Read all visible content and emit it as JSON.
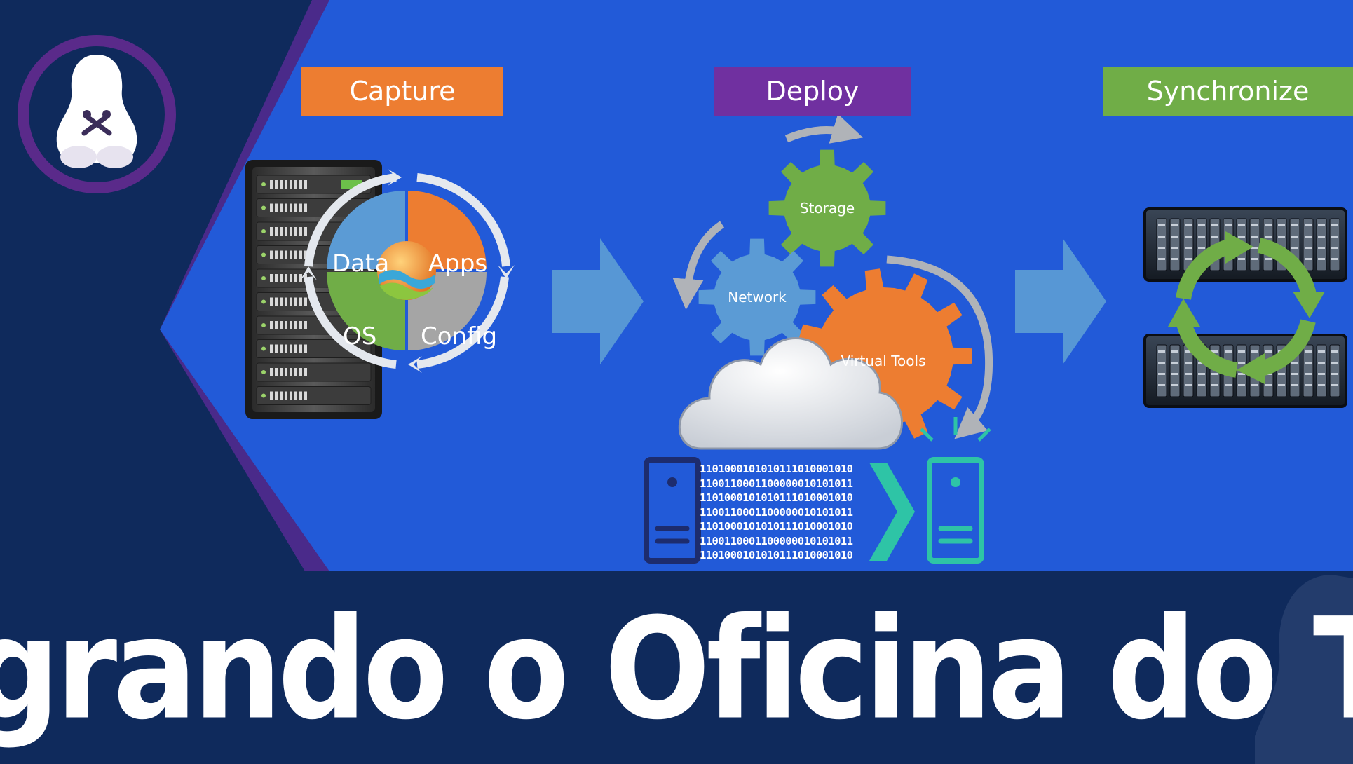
{
  "colors": {
    "background_navy": "#0f2a5c",
    "panel_blue": "#225ad8",
    "border_purple": "#4a2a8a",
    "capture_orange": "#ed7d31",
    "deploy_purple": "#7030a0",
    "sync_green": "#70ad47",
    "quad_data_blue": "#5b9bd5",
    "quad_os_green": "#70ad47",
    "quad_config_gray": "#a5a5a5",
    "arrow_light_blue": "#5b9bd5",
    "binary_teal": "#2ec4a6"
  },
  "logo": {
    "icon": "tux-penguin-tools-icon"
  },
  "stages": {
    "capture": "Capture",
    "deploy": "Deploy",
    "synchronize": "Synchronize"
  },
  "capture_cycle": {
    "quadrants": [
      "Data",
      "Apps",
      "OS",
      "Config"
    ],
    "icons": [
      "server-rack-icon",
      "colored-sphere-icon"
    ]
  },
  "deploy_gears": {
    "gears": [
      "Storage",
      "Network",
      "Virtual Tools"
    ],
    "icons": [
      "cloud-icon",
      "server-tower-icon",
      "data-transfer-arrow-icon"
    ]
  },
  "binary_stream": [
    "1101000101010111010001010",
    "1100110001100000010101011",
    "1101000101010111010001010",
    "1100110001100000010101011",
    "1101000101010111010001010",
    "1100110001100000010101011",
    "1101000101010111010001010"
  ],
  "sync_icons": [
    "blade-server-icon",
    "recycle-arrows-icon"
  ],
  "headline": "Migrando o Oficina do Tux"
}
